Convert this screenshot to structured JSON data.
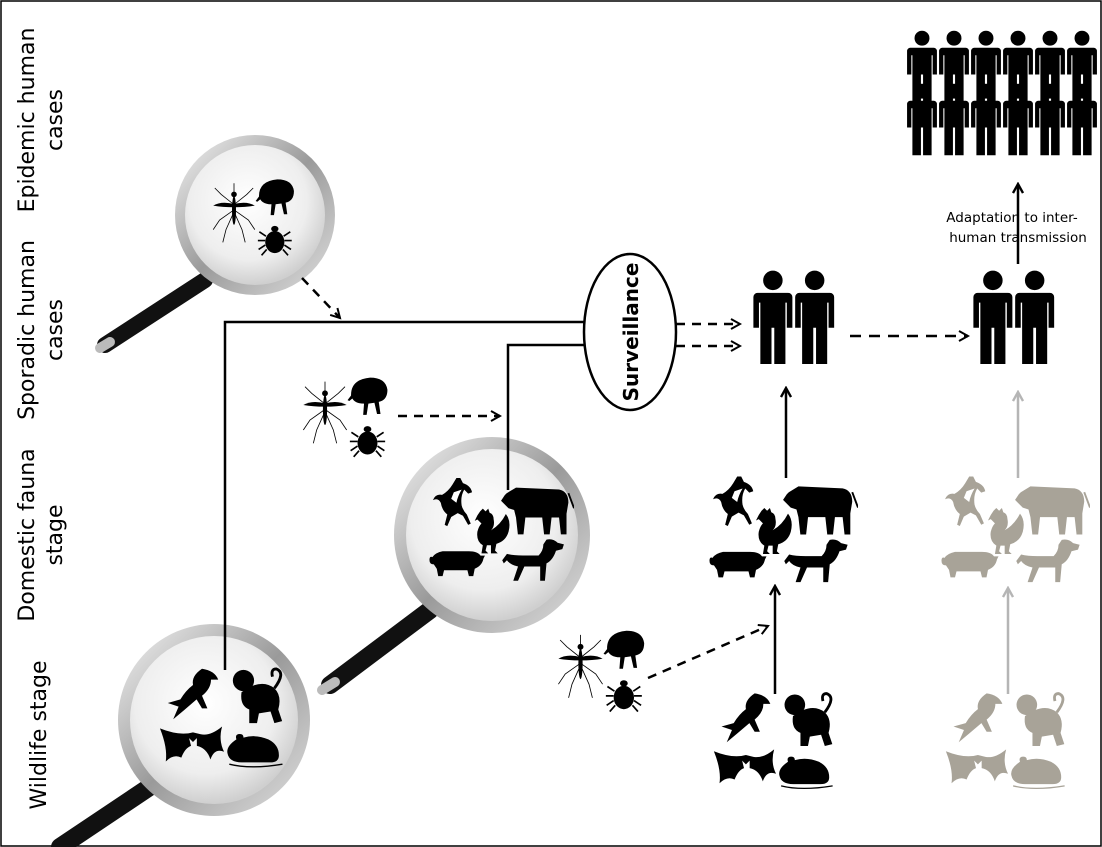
{
  "stages": [
    {
      "id": "epidemic",
      "label_line1": "Epidemic human",
      "label_line2": "cases"
    },
    {
      "id": "sporadic",
      "label_line1": "Sporadic human",
      "label_line2": "cases"
    },
    {
      "id": "domestic",
      "label_line1": "Domestic fauna",
      "label_line2": "stage"
    },
    {
      "id": "wildlife",
      "label_line1": "Wildlife stage",
      "label_line2": ""
    }
  ],
  "surveillance_label": "Surveillance",
  "adaptation_label_line1": "Adaptation to inter-",
  "adaptation_label_line2": "human transmission",
  "colors": {
    "active": "#000000",
    "faded": "#a8a398",
    "faded_arrow": "#b5b5b5",
    "lens": "#e6e6e6"
  }
}
